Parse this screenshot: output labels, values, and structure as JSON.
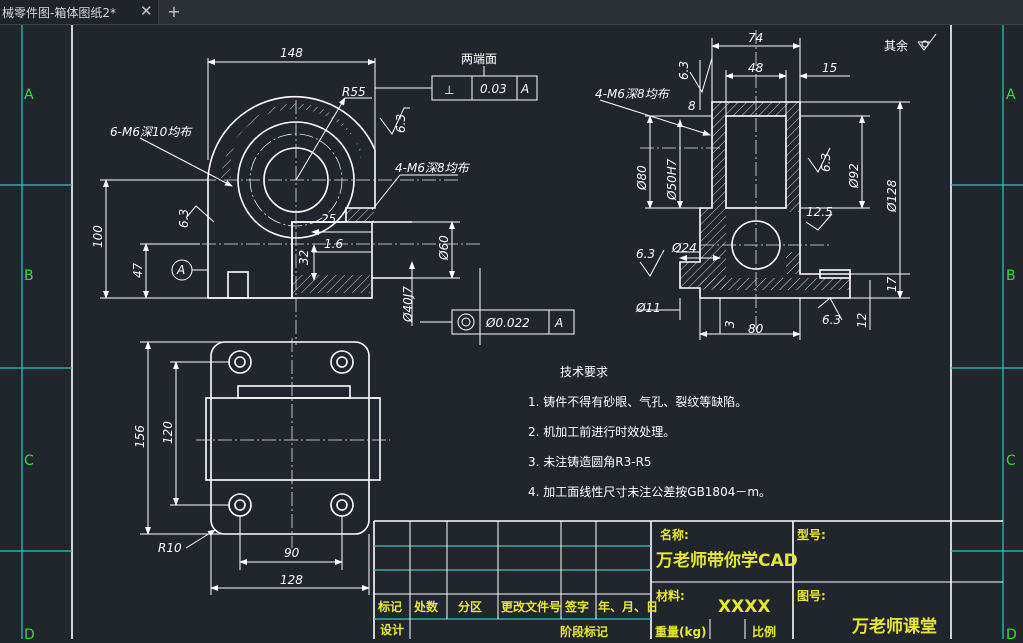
{
  "tab": {
    "title": "械零件图-箱体图纸2*",
    "close": "✕",
    "add": "+"
  },
  "grid": {
    "left": [
      "A",
      "B",
      "C",
      "D"
    ],
    "right": [
      "A",
      "B",
      "C",
      "D"
    ]
  },
  "roughness_global": "其余",
  "front": {
    "w148": "148",
    "r55": "R55",
    "holes6": "6-M6深10均布",
    "faces": "两端面",
    "perp_sym": "⊥",
    "perp_val": "0.03",
    "perp_ref": "A",
    "ra": "6.3",
    "ra2": "6.3",
    "holes4": "4-M6深8均布",
    "d25": "25",
    "d16": "1.6",
    "d32": "32",
    "d60": "Ø60",
    "d100": "100",
    "d47": "47",
    "datum": "A",
    "d40": "Ø40J7",
    "conc_val": "Ø0.022",
    "conc_ref": "A"
  },
  "side": {
    "d74": "74",
    "d48": "48",
    "d15": "15",
    "holes4": "4-M6深8均布",
    "d8": "8",
    "ra1": "6.3",
    "ra2": "6.3",
    "ra3": "12.5",
    "ra4": "6.3",
    "ra5": "6.3",
    "d80v": "Ø80",
    "d50": "Ø50H7",
    "d92": "Ø92",
    "d128": "Ø128",
    "d24": "Ø24",
    "d11": "Ø11",
    "d3": "3",
    "d80": "80",
    "d12": "12",
    "d17": "17"
  },
  "top": {
    "d156": "156",
    "d120": "120",
    "r10": "R10",
    "d90": "90",
    "d128": "128"
  },
  "tech": {
    "title": "技术要求",
    "items": [
      "1. 铸件不得有砂眼、气孔、裂纹等缺陷。",
      "2. 机加工前进行时效处理。",
      "3. 未注铸造圆角R3-R5",
      "4. 加工面线性尺寸未注公差按GB1804－m。"
    ]
  },
  "titleblock": {
    "name_label": "名称:",
    "name_value": "万老师带你学CAD",
    "model_label": "型号:",
    "material_label": "材料:",
    "material_value": "XXXX",
    "drawno_label": "图号:",
    "drawno_value": "万老师课堂",
    "headers": [
      "标记",
      "处数",
      "分区",
      "更改文件号",
      "签字",
      "年、月、日"
    ],
    "design": "设计",
    "stage": "阶段标记",
    "weight": "重量(kg)",
    "scale": "比例"
  }
}
